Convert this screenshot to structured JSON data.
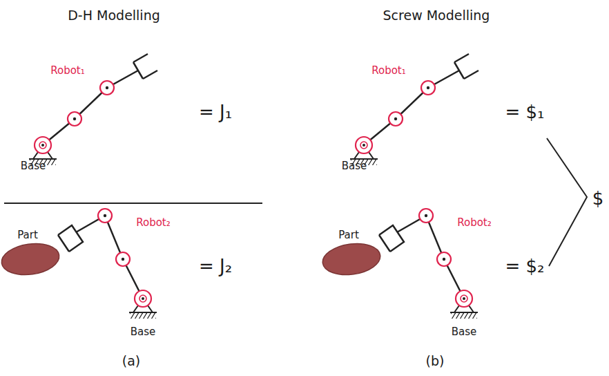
{
  "diagram": {
    "labels": [
      "D-H Modelling",
      "Screw Modelling",
      "Robot₁",
      "Base",
      "= J₁",
      "Part",
      "Robot₂",
      "Base",
      "= J₂",
      "(a)",
      "Robot₁",
      "Base",
      "= $₁",
      "Part",
      "Robot₂",
      "Base",
      "= $₂",
      "$",
      "(b)"
    ]
  }
}
